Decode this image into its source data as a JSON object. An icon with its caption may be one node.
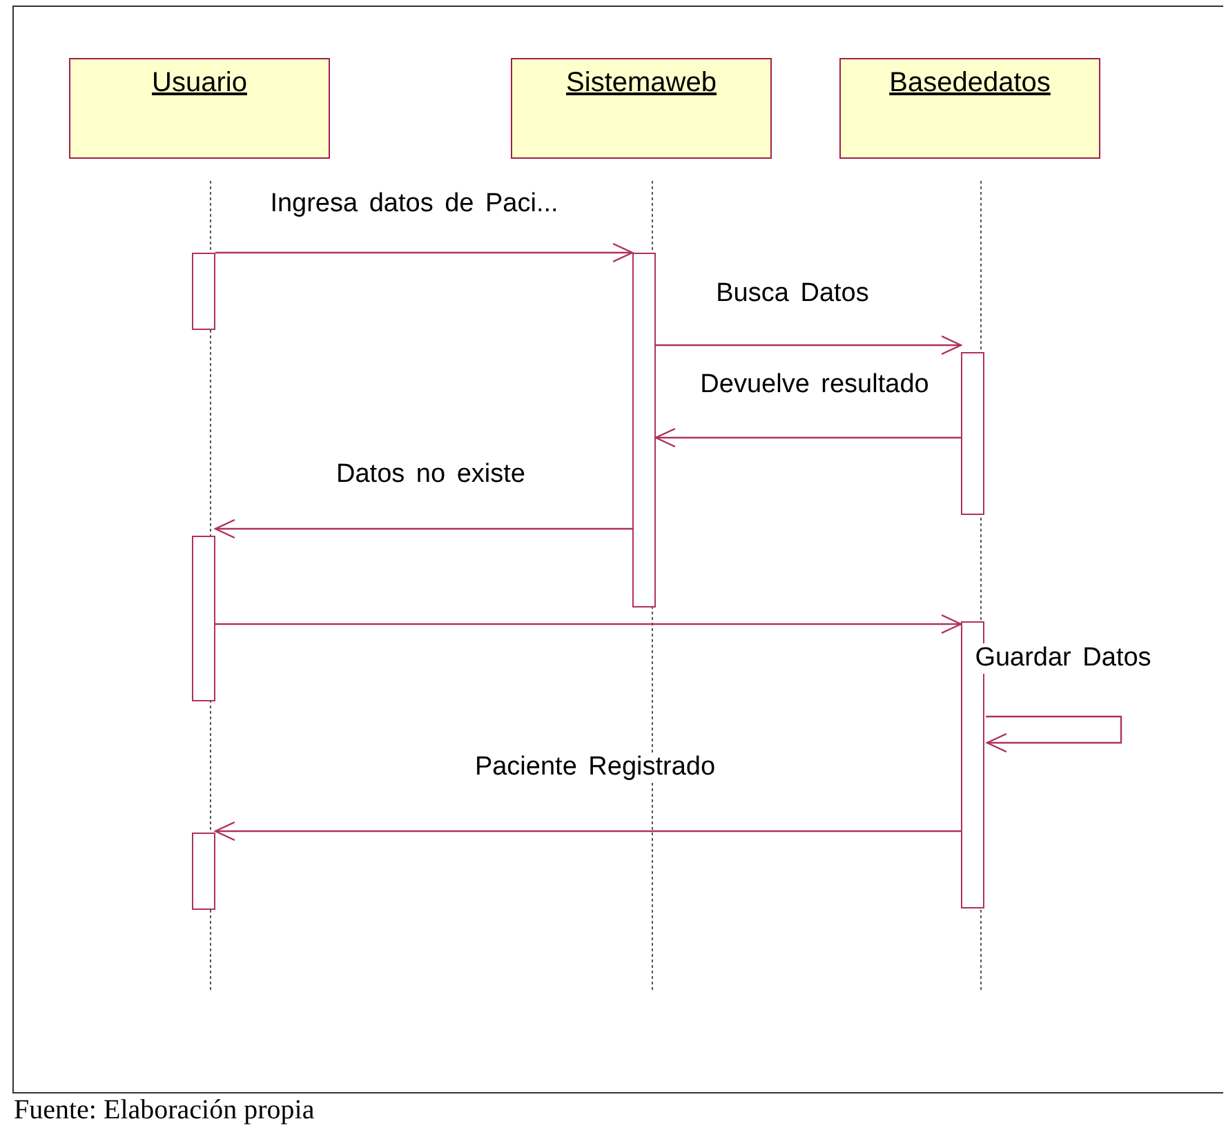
{
  "diagram": {
    "caption": "Fuente: Elaboración propia",
    "nodes": [
      {
        "text": [
          "Usuario"
        ]
      },
      {
        "text": [
          "Sistemaweb"
        ]
      },
      {
        "text": [
          "Basededatos"
        ]
      },
      {
        "text": [],
        "shape": "bar"
      },
      {
        "text": [],
        "shape": "bar"
      },
      {
        "text": [],
        "shape": "bar"
      },
      {
        "text": [],
        "shape": "bar"
      },
      {
        "text": [],
        "shape": "bar"
      },
      {
        "text": [],
        "shape": "bar"
      }
    ],
    "edges": [
      {
        "from": 3,
        "to": 4,
        "arrow": "to",
        "label": "Ingresa datos de Paci..."
      },
      {
        "from": 4,
        "to": 5,
        "arrow": "to",
        "label": "Busca Datos"
      },
      {
        "from": 5,
        "to": 4,
        "arrow": "to",
        "label": "Devuelve resultado"
      },
      {
        "from": 4,
        "to": 6,
        "arrow": "to",
        "label": "Datos no existe"
      },
      {
        "from": 6,
        "to": 7,
        "arrow": "to"
      },
      {
        "from": 7,
        "to": 7,
        "arrow": "to",
        "label": "Guardar Datos"
      },
      {
        "from": 7,
        "to": 8,
        "arrow": "to",
        "label": "Paciente Registrado"
      }
    ]
  }
}
